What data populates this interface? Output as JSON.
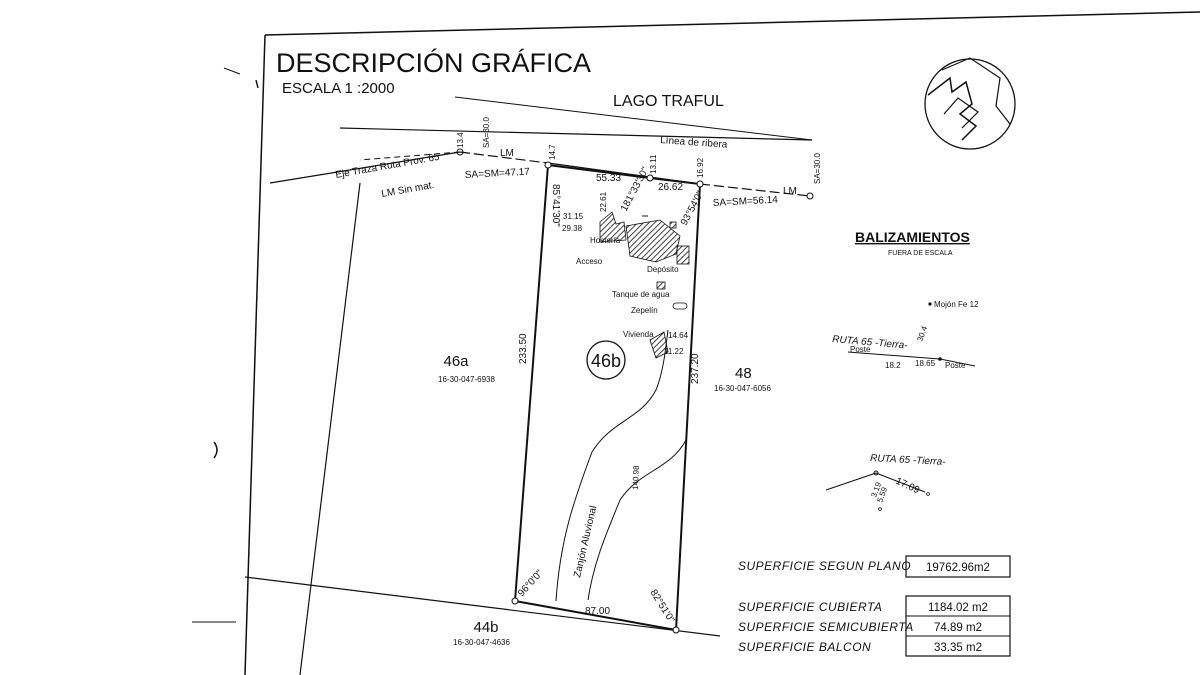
{
  "sheet": {
    "title": "DESCRIPCIÓN GRÁFICA",
    "scale": "ESCALA 1 :2000"
  },
  "features": {
    "lake": "LAGO TRAFUL",
    "shoreline": "Línea de ribera",
    "road_axis": "Eje Traza Ruta Prov. 65",
    "lm_no_mat": "LM Sin mat.",
    "lm_left": "LM",
    "lm_right": "LM",
    "sa_sm_left": "SA=SM=47.17",
    "sa_sm_right": "SA=SM=56.14",
    "sa_left": "SA=30.0",
    "sa_right": "SA=30.0",
    "ditch": "Zanjón Aluvional"
  },
  "dimensions": {
    "d_13_4": "13.4",
    "d_14_7": "14.7",
    "d_13_11": "13.11",
    "d_16_92": "16.92",
    "angle_nw": "85°41'30\"",
    "angle_mid": "181°33'30\"",
    "angle_ne": "93°54'0\"",
    "d_55_33": "55.33",
    "d_26_62": "26.62",
    "d_22_61": "22.61",
    "d_31_15": "31.15",
    "d_29_38": "29.38",
    "d_233_50": "233.50",
    "d_237_20": "237.20",
    "d_14_64": "14.64",
    "d_11_22": "11.22",
    "d_140_98": "140.98",
    "angle_sw": "96°0'0\"",
    "angle_se": "82°51'0\"",
    "d_87_00": "87.00"
  },
  "buildings": {
    "hosteria": "Hostería",
    "acceso": "Acceso",
    "deposito": "Depósito",
    "tanque": "Tanque de agua",
    "zepelin": "Zepelín",
    "vivienda": "Vivienda"
  },
  "lots": {
    "main": "46b",
    "west": "46a",
    "west_code": "16-30-047-6938",
    "east": "48",
    "east_code": "16-30-047-6056",
    "south": "44b",
    "south_code": "16-30-047-4636"
  },
  "balizamientos": {
    "title": "BALIZAMIENTOS",
    "subtitle": "FUERA DE ESCALA",
    "mojon": "Mojón Fe 12",
    "ruta_a": "RUTA 65 -Tierra-",
    "poste_a": "Poste",
    "poste_b": "Poste",
    "d_30_4": "30.4",
    "d_18_2": "18.2",
    "d_18_65": "18.65",
    "ruta_b": "RUTA 65 -Tierra-",
    "d_3_19": "3.19",
    "d_5_59": "5.59",
    "d_17_09": "17.09"
  },
  "surfaces": [
    {
      "label": "SUPERFICIE SEGUN PLANO",
      "value": "19762.96m2"
    },
    {
      "label": "SUPERFICIE CUBIERTA",
      "value": "1184.02 m2"
    },
    {
      "label": "SUPERFICIE SEMICUBIERTA",
      "value": "74.89 m2"
    },
    {
      "label": "SUPERFICIE BALCON",
      "value": "33.35 m2"
    }
  ]
}
